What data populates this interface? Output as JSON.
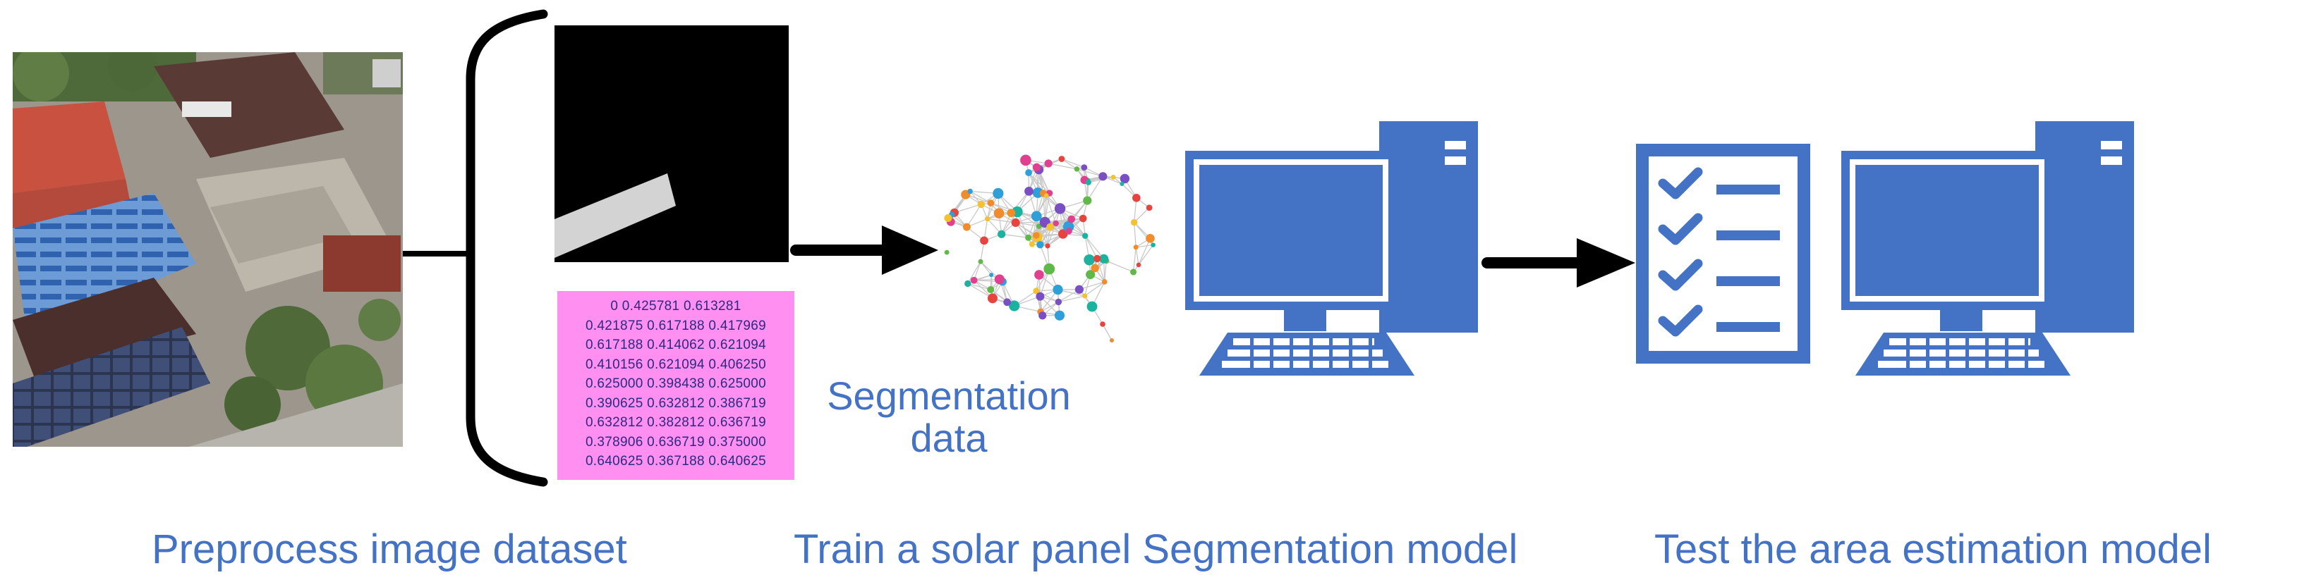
{
  "steps": {
    "preprocess": "Preprocess image dataset",
    "train": "Train a solar panel Segmentation model",
    "test": "Test the area estimation model"
  },
  "segmentation_label": {
    "line1": "Segmentation",
    "line2": "data"
  },
  "label_values": [
    "0 0.425781 0.613281",
    "0.421875 0.617188 0.417969",
    "0.617188 0.414062 0.621094",
    "0.410156 0.621094 0.406250",
    "0.625000 0.398438 0.625000",
    "0.390625 0.632812 0.386719",
    "0.632812 0.382812 0.636719",
    "0.378906 0.636719 0.375000",
    "0.640625 0.367188 0.640625"
  ],
  "colors": {
    "accent_blue": "#4472C4",
    "label_box": "#FF8FF0",
    "arrow": "#000000"
  },
  "icons": [
    "aerial-photo",
    "segmentation-mask",
    "brain-network-icon",
    "computer-icon",
    "checklist-icon",
    "computer-icon"
  ]
}
